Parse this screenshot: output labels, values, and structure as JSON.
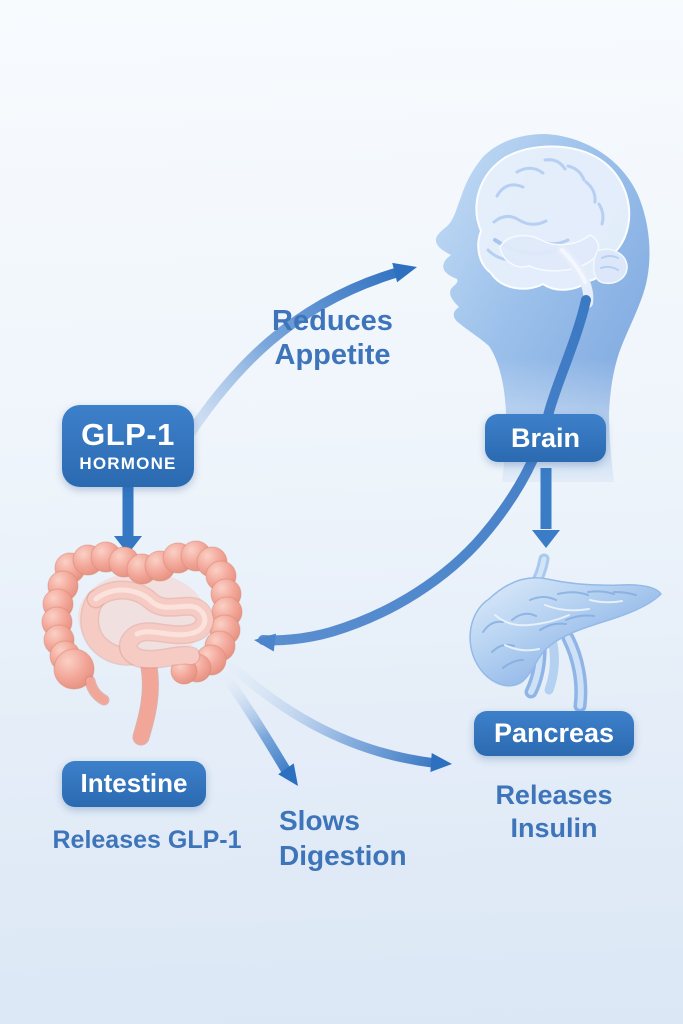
{
  "diagram": {
    "subject": "GLP-1 hormone pathway",
    "nodes": {
      "glp1_hormone": {
        "title": "GLP-1",
        "subtitle": "HORMONE"
      },
      "brain": {
        "label": "Brain"
      },
      "intestine": {
        "label": "Intestine",
        "caption": "Releases GLP-1"
      },
      "pancreas": {
        "label": "Pancreas",
        "caption_line1": "Releases",
        "caption_line2": "Insulin"
      }
    },
    "effects": {
      "reduces_appetite": {
        "line1": "Reduces",
        "line2": "Appetite"
      },
      "slows_digestion": {
        "line1": "Slows",
        "line2": "Digestion"
      }
    },
    "connections": [
      "GLP-1 Hormone -> Brain (Reduces Appetite)",
      "GLP-1 Hormone -> Intestine",
      "Brain -> Intestine",
      "Brain -> Pancreas",
      "Intestine -> Slows Digestion",
      "Intestine -> Pancreas"
    ],
    "colors": {
      "badge_blue_top": "#3d80ca",
      "badge_blue_bottom": "#2b6ab1",
      "label_text_blue": "#3e74b9",
      "arrow_blue": "#2e70c0",
      "head_silhouette_blue": "#9cc1eb",
      "brain_fill": "#e9f1fc",
      "intestine_pink": "#f2a698",
      "intestine_pale": "#f6cbc4",
      "pancreas_blue": "#b7d3f2",
      "background_top": "#f8fbfe",
      "background_bottom": "#dbe7f5"
    }
  }
}
